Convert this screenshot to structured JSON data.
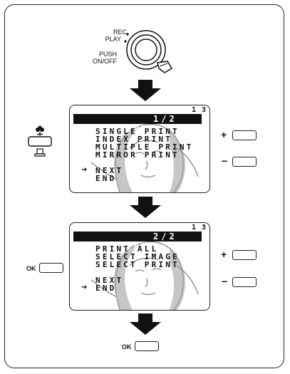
{
  "dial": {
    "labels": [
      "REC",
      "PLAY",
      "PUSH",
      "ON/OFF"
    ]
  },
  "screen1": {
    "frame_no": "1 3",
    "title": "PRINT",
    "page": "1/2",
    "items": [
      "SINGLE PRINT",
      "INDEX PRINT",
      "MULTIPLE PRINT",
      "MIRROR PRINT",
      "NEXT",
      "END"
    ],
    "cursor_on": "NEXT",
    "plus_label": "+",
    "minus_label": "−"
  },
  "screen2": {
    "frame_no": "1 3",
    "title": "PRINT",
    "page": "2/2",
    "items": [
      "PRINT ALL",
      "SELECT IMAGE",
      "SELECT PRINT",
      "NEXT",
      "END"
    ],
    "cursor_on": "END",
    "plus_label": "+",
    "minus_label": "−",
    "ok_label": "OK"
  },
  "final": {
    "ok_label": "OK"
  },
  "icons": [
    "flower-macro-icon",
    "print-icon",
    "cursor-arrow-icon",
    "down-arrow-icon",
    "dial-knob-icon",
    "portrait-image"
  ]
}
